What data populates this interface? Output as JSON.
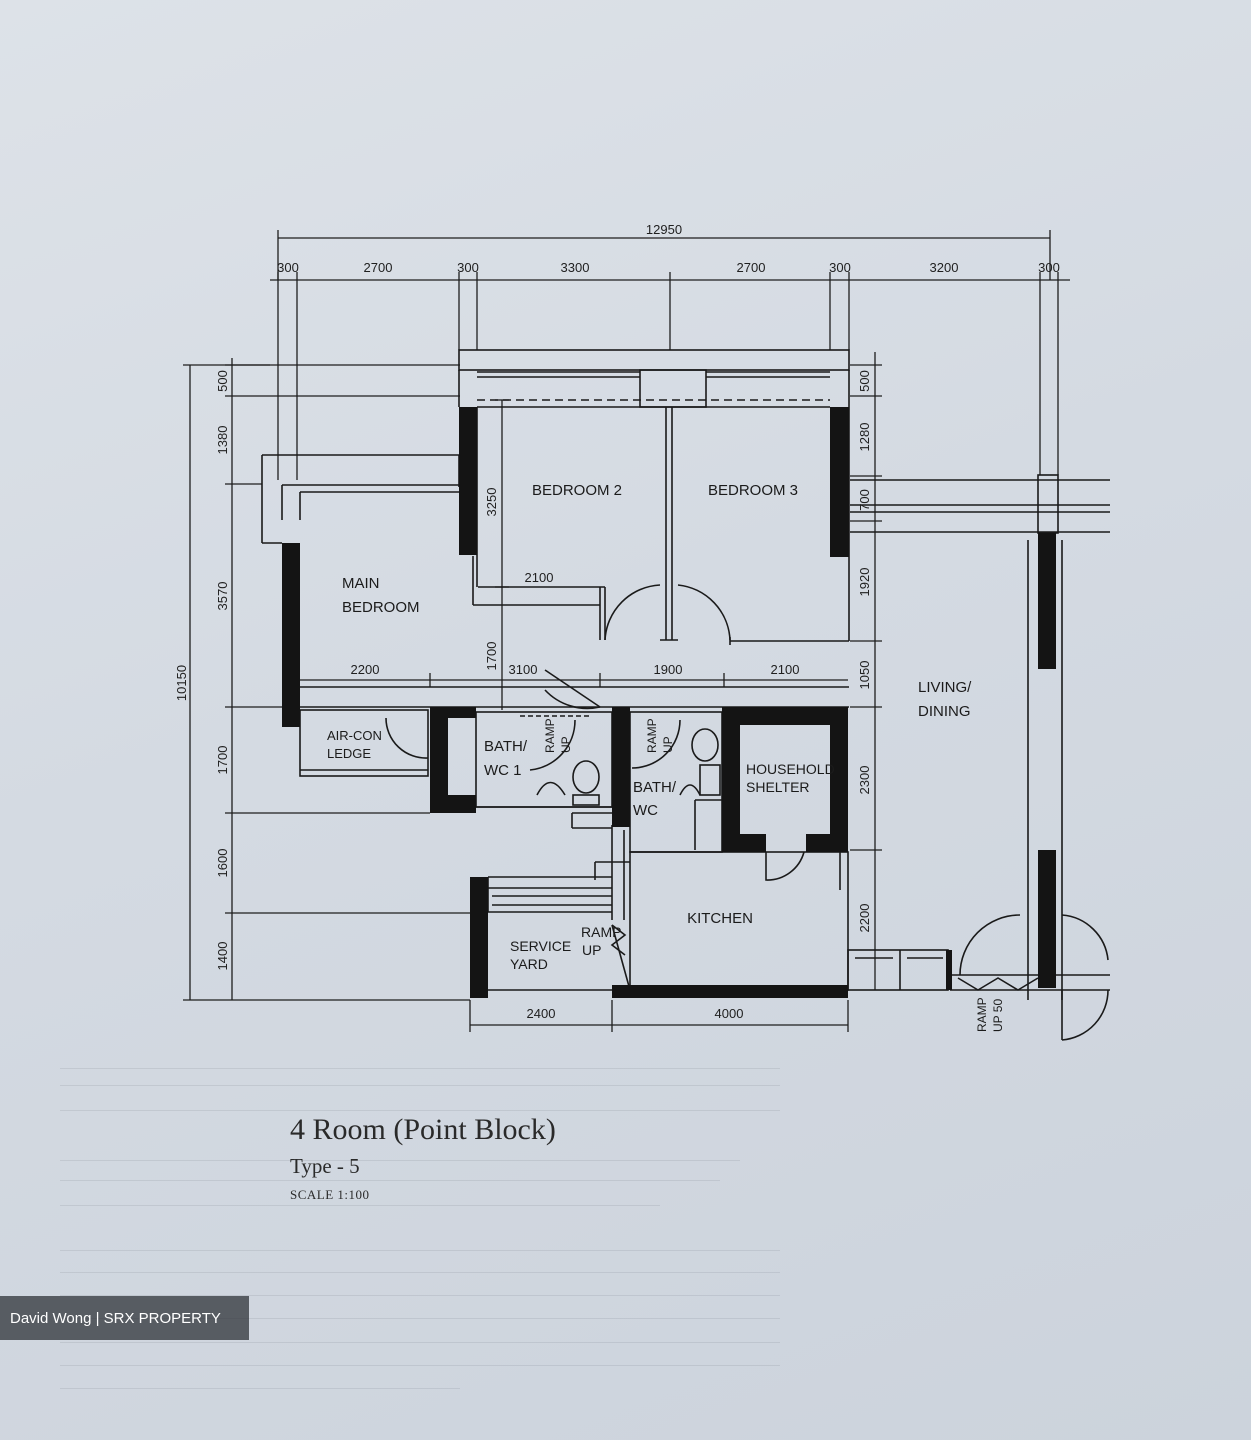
{
  "plan": {
    "overall_width": "12950",
    "overall_depth": "10150",
    "top_dims": [
      "300",
      "2700",
      "300",
      "3300",
      "2700",
      "300",
      "3200",
      "300"
    ],
    "left_dims": [
      "500",
      "1380",
      "3570",
      "1700",
      "1600",
      "1400"
    ],
    "right_dims": [
      "500",
      "1280",
      "700",
      "1920",
      "1050",
      "2300",
      "2200"
    ],
    "bottom_dims": [
      "2400",
      "4000"
    ],
    "inner_dims": {
      "bed2_depth": "3250",
      "corridor_a": "2100",
      "corridor_b": "1700",
      "row1_a": "2200",
      "row1_b": "3100",
      "row1_c": "1900",
      "row1_d": "2100"
    },
    "rooms": {
      "bedroom2": "BEDROOM 2",
      "bedroom3": "BEDROOM 3",
      "main_bedroom_1": "MAIN",
      "main_bedroom_2": "BEDROOM",
      "aircon_1": "AIR-CON",
      "aircon_2": "LEDGE",
      "bath1_1": "BATH/",
      "bath1_2": "WC 1",
      "bath2_1": "BATH/",
      "bath2_2": "WC",
      "ramp": "RAMP",
      "up": "UP",
      "shelter_1": "HOUSEHOLD",
      "shelter_2": "SHELTER",
      "kitchen": "KITCHEN",
      "service_1": "SERVICE",
      "service_2": "YARD",
      "living_1": "LIVING/",
      "living_2": "DINING",
      "ramp_up_50": "UP 50"
    }
  },
  "caption": {
    "title": "4 Room (Point Block)",
    "type": "Type - 5",
    "scale": "SCALE 1:100"
  },
  "watermark": "David Wong | SRX PROPERTY"
}
